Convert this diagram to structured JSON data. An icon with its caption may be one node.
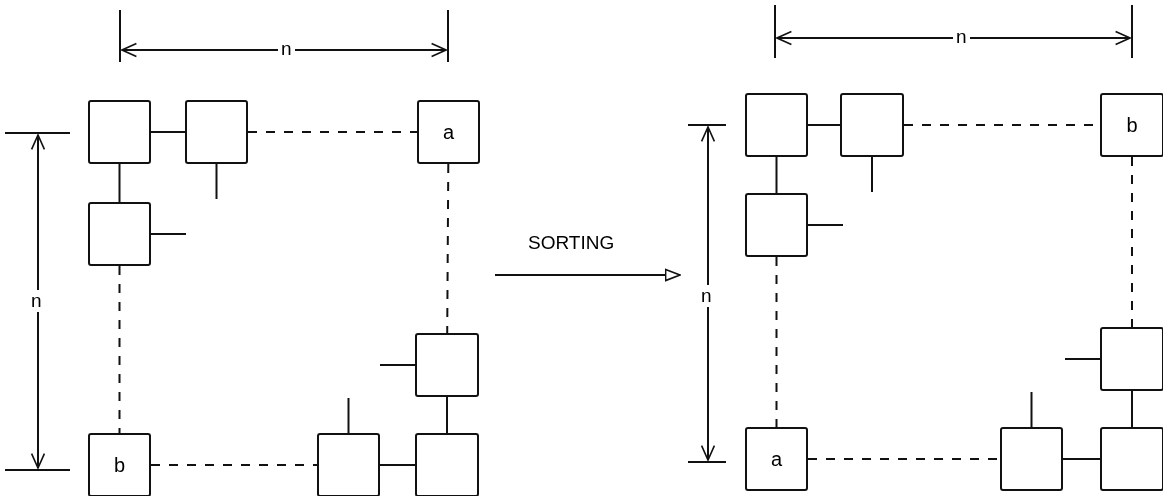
{
  "diagram": {
    "nodes": [
      {
        "text": [],
        "shape": "box"
      },
      {
        "text": [],
        "shape": "box"
      },
      {
        "text": [
          "a"
        ]
      },
      {
        "text": [],
        "shape": "box"
      },
      {
        "text": [],
        "shape": "box"
      },
      {
        "text": [
          "b"
        ]
      },
      {
        "text": [],
        "shape": "box"
      },
      {
        "text": [],
        "shape": "box"
      },
      {
        "text": [],
        "shape": "box"
      },
      {
        "text": [],
        "shape": "box"
      },
      {
        "text": [
          "b"
        ]
      },
      {
        "text": [],
        "shape": "box"
      },
      {
        "text": [],
        "shape": "box"
      },
      {
        "text": [
          "a"
        ]
      },
      {
        "text": [],
        "shape": "box"
      },
      {
        "text": [],
        "shape": "box"
      }
    ],
    "edges": [
      {
        "from": 0,
        "to": 1,
        "arrow": "none"
      },
      {
        "from": 1,
        "to": 2,
        "arrow": "none",
        "style": "dashed"
      },
      {
        "from": 0,
        "to": 3,
        "arrow": "none"
      },
      {
        "from": 3,
        "to": 5,
        "arrow": "none",
        "style": "dashed"
      },
      {
        "from": 2,
        "to": 4,
        "arrow": "none",
        "style": "dashed"
      },
      {
        "from": 4,
        "to": 7,
        "arrow": "none"
      },
      {
        "from": 5,
        "to": 6,
        "arrow": "none",
        "style": "dashed"
      },
      {
        "from": 6,
        "to": 7,
        "arrow": "none"
      },
      {
        "from": 1,
        "to": null,
        "arrow": "none"
      },
      {
        "from": 3,
        "to": null,
        "arrow": "none"
      },
      {
        "from": 4,
        "to": null,
        "arrow": "none"
      },
      {
        "from": 6,
        "to": null,
        "arrow": "none"
      },
      {
        "from": 8,
        "to": 9,
        "arrow": "none"
      },
      {
        "from": 9,
        "to": 10,
        "arrow": "none",
        "style": "dashed"
      },
      {
        "from": 8,
        "to": 11,
        "arrow": "none"
      },
      {
        "from": 11,
        "to": 13,
        "arrow": "none",
        "style": "dashed"
      },
      {
        "from": 10,
        "to": 12,
        "arrow": "none",
        "style": "dashed"
      },
      {
        "from": 12,
        "to": 15,
        "arrow": "none"
      },
      {
        "from": 13,
        "to": 14,
        "arrow": "none",
        "style": "dashed"
      },
      {
        "from": 14,
        "to": 15,
        "arrow": "none"
      },
      {
        "from": 9,
        "to": null,
        "arrow": "none"
      },
      {
        "from": 11,
        "to": null,
        "arrow": "none"
      },
      {
        "from": 12,
        "to": null,
        "arrow": "none"
      },
      {
        "from": 14,
        "to": null,
        "arrow": "none"
      }
    ],
    "labels": [
      "n",
      "n",
      "SORTING",
      "n",
      "n"
    ]
  }
}
